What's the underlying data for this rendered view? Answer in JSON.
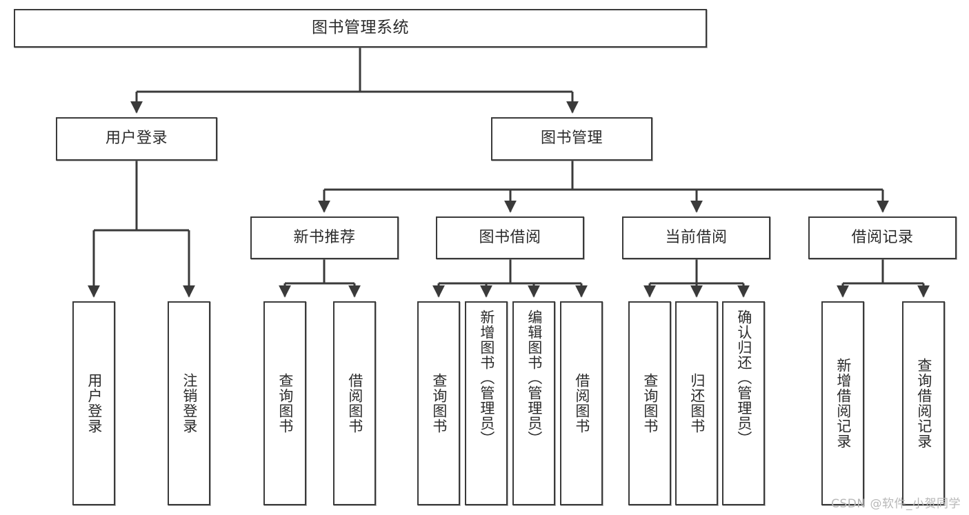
{
  "diagram": {
    "title": "图书管理系统",
    "watermark": "CSDN @软件_小贺同学",
    "colors": {
      "box_border": "#3a3a3a",
      "box_fill": "#ffffff",
      "line": "#3a3a3a",
      "text": "#2b2b2b",
      "watermark": "#b8b8b8"
    },
    "root": {
      "label": "图书管理系统"
    },
    "level2": [
      {
        "label": "用户登录"
      },
      {
        "label": "图书管理"
      }
    ],
    "level3": [
      {
        "label": "新书推荐"
      },
      {
        "label": "图书借阅"
      },
      {
        "label": "当前借阅"
      },
      {
        "label": "借阅记录"
      }
    ],
    "leaves": {
      "user_login": [
        {
          "label": "用户登录"
        },
        {
          "label": "注销登录"
        }
      ],
      "new_book": [
        {
          "label": "查询图书"
        },
        {
          "label": "借阅图书"
        }
      ],
      "book_borrow": [
        {
          "label": "查询图书"
        },
        {
          "label": "新增图书（管理员）"
        },
        {
          "label": "编辑图书（管理员）"
        },
        {
          "label": "借阅图书"
        }
      ],
      "current_borrow": [
        {
          "label": "查询图书"
        },
        {
          "label": "归还图书"
        },
        {
          "label": "确认归还（管理员）"
        }
      ],
      "borrow_record": [
        {
          "label": "新增借阅记录"
        },
        {
          "label": "查询借阅记录"
        }
      ]
    }
  }
}
